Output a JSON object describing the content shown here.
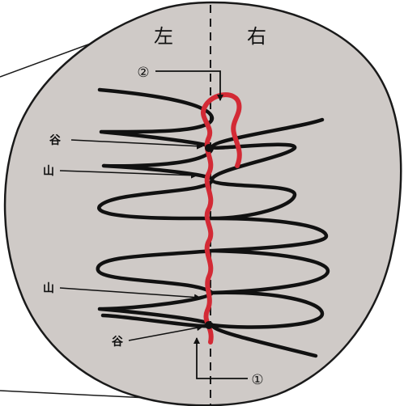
{
  "labels": {
    "left": "左",
    "right": "右",
    "valley_top": "谷",
    "mountain_top": "山",
    "mountain_bottom": "山",
    "valley_bottom": "谷",
    "marker_2": "②",
    "marker_1": "①"
  },
  "colors": {
    "background": "#ffffff",
    "circle_fill": "#cfcac7",
    "outline": "#1a1a1a",
    "black_thread": "#111111",
    "red_thread": "#d32a35",
    "center_line": "#1a1a1a"
  }
}
